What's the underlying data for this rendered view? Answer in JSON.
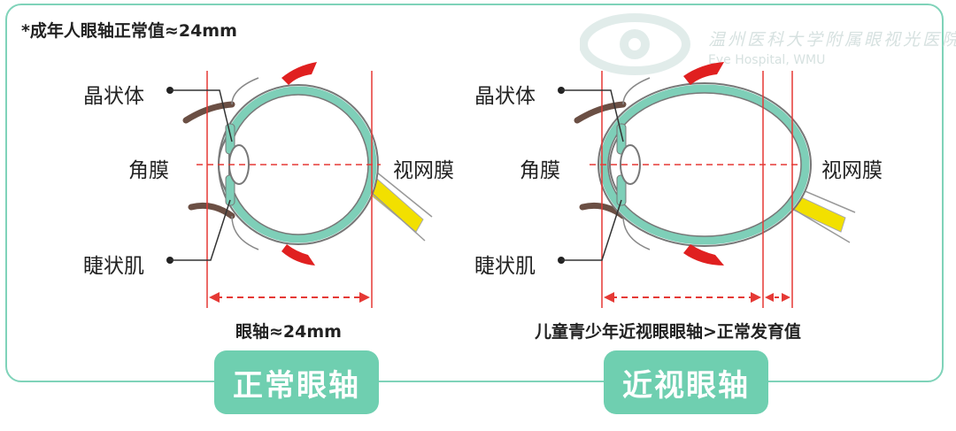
{
  "note": "*成年人眼轴正常值≈24mm",
  "watermark": {
    "name_cn": "温州医科大学附属眼视光医院",
    "name_en": "Eye Hospital, WMU",
    "logo_icon": "eye-logo-icon"
  },
  "left_panel": {
    "labels": {
      "lens": "晶状体",
      "cornea": "角膜",
      "ciliary": "睫状肌",
      "retina": "视网膜"
    },
    "caption": "眼轴≈24mm",
    "badge": "正常眼轴"
  },
  "right_panel": {
    "labels": {
      "lens": "晶状体",
      "cornea": "角膜",
      "ciliary": "睫状肌",
      "retina": "视网膜"
    },
    "caption": "儿童青少年近视眼眼轴>正常发育值",
    "badge": "近视眼轴"
  },
  "colors": {
    "border": "#7fd3b9",
    "badge": "#6fcfb0",
    "retina_layer": "#7ecfb8",
    "axis_line": "#e53935",
    "muscle": "#e02020",
    "optic_nerve": "#f2e000",
    "eyelid": "#6b4f44"
  }
}
